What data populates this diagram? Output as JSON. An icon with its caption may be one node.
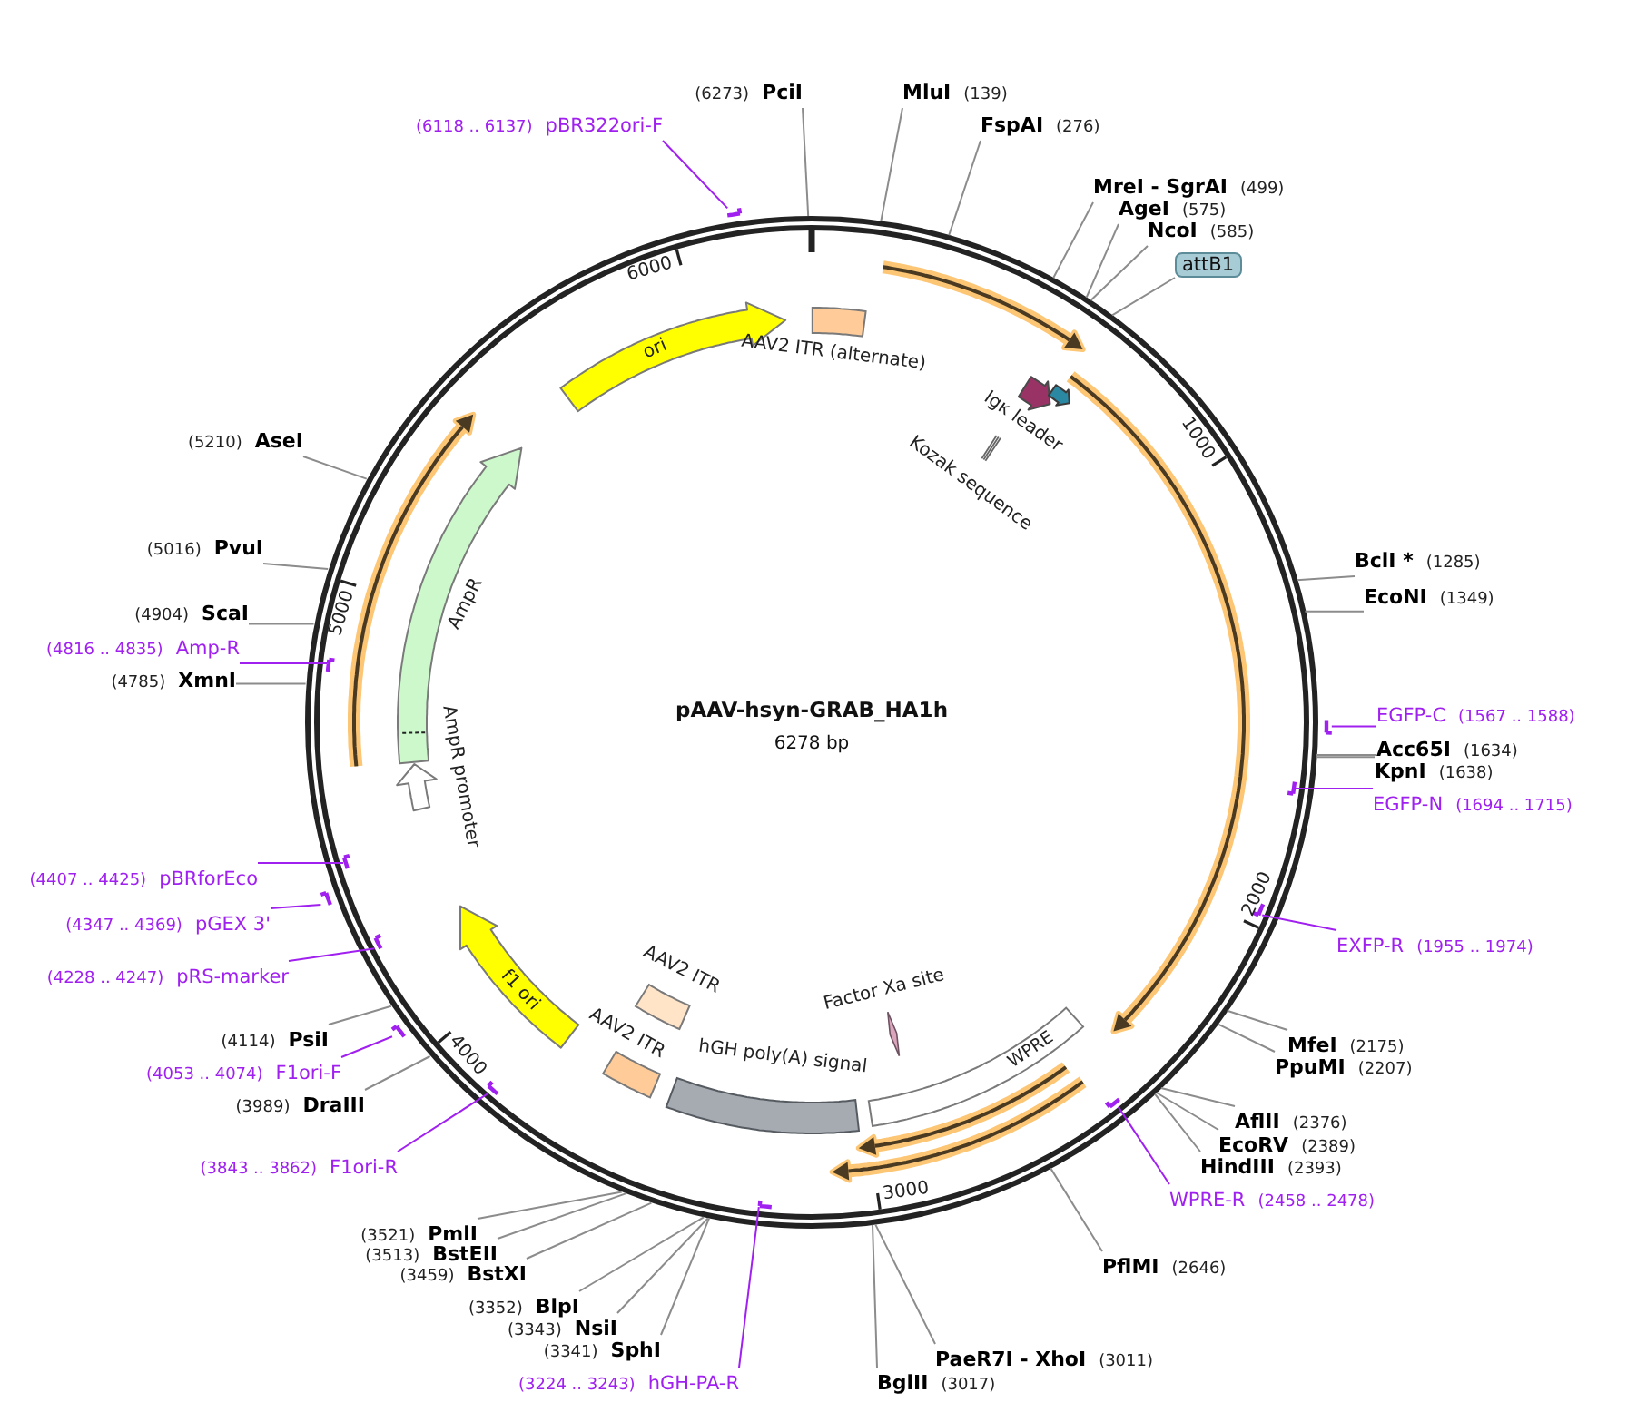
{
  "diagram": {
    "title": "pAAV-hsyn-GRAB_HA1h",
    "nodes": [
      {
        "text": [],
        "shape": "circle"
      },
      {
        "text": [],
        "shape": "box",
        "beside": [
          "AAV2 ITR (alternate)"
        ],
        "in": 0
      },
      {
        "text": [],
        "shape": "arrow",
        "in": 0
      },
      {
        "text": [],
        "shape": "arrow",
        "beside": [
          "Igκ leader"
        ],
        "in": 0
      },
      {
        "text": [],
        "shape": "arrow",
        "in": 0
      },
      {
        "text": [],
        "shape": "bar",
        "beside": [
          "Kozak sequence"
        ],
        "in": 0
      },
      {
        "text": [],
        "shape": "arrow",
        "in": 0
      },
      {
        "text": [
          "WPRE"
        ],
        "in": 0
      },
      {
        "text": [],
        "shape": "arrow",
        "in": 0
      },
      {
        "text": [],
        "shape": "arrow",
        "in": 0
      },
      {
        "text": [],
        "shape": "bar",
        "beside": [
          "Factor Xa site"
        ],
        "in": 0
      },
      {
        "text": [],
        "shape": "box",
        "beside": [
          "hGH poly(A) signal"
        ],
        "in": 0
      },
      {
        "text": [],
        "shape": "box",
        "beside": [
          "AAV2 ITR"
        ],
        "in": 0
      },
      {
        "text": [],
        "shape": "box",
        "beside": [
          "AAV2 ITR"
        ],
        "in": 0
      },
      {
        "text": [
          "f1 ori"
        ],
        "in": 0
      },
      {
        "text": [],
        "shape": "arrow",
        "beside": [
          "AmpR promoter"
        ],
        "in": 0
      },
      {
        "text": [],
        "shape": "arrow",
        "beside": [
          "AmpR"
        ],
        "in": 0
      },
      {
        "text": [],
        "shape": "arrow",
        "in": 0
      },
      {
        "text": [
          "ori"
        ],
        "in": 0
      },
      {
        "text": [
          "(6273)",
          "PciI"
        ]
      },
      {
        "text": [
          "MluI",
          "(139)"
        ]
      },
      {
        "text": [
          "FspAI",
          "(276)"
        ]
      },
      {
        "text": [
          "MreI - SgrAI",
          "(499)"
        ]
      },
      {
        "text": [
          "AgeI",
          "(575)"
        ]
      },
      {
        "text": [
          "NcoI",
          "(585)"
        ]
      },
      {
        "text": [
          "attB1"
        ]
      },
      {
        "text": [
          "BclI *",
          "(1285)"
        ]
      },
      {
        "text": [
          "EcoNI",
          "(1349)"
        ]
      },
      {
        "text": [
          "EGFP-C",
          "(1567 .. 1588)"
        ]
      },
      {
        "text": [],
        "shape": "bar"
      },
      {
        "text": [
          "Acc65I",
          "(1634)"
        ]
      },
      {
        "text": [
          "KpnI",
          "(1638)"
        ]
      },
      {
        "text": [
          "EGFP-N",
          "(1694 .. 1715)"
        ]
      },
      {
        "text": [],
        "shape": "bar",
        "in": 0
      },
      {
        "text": [
          "EXFP-R",
          "(1955 .. 1974)"
        ]
      },
      {
        "text": [],
        "shape": "bar",
        "in": 0
      },
      {
        "text": [
          "MfeI",
          "(2175)"
        ]
      },
      {
        "text": [
          "PpuMI",
          "(2207)"
        ]
      },
      {
        "text": [
          "AflII",
          "(2376)"
        ]
      },
      {
        "text": [
          "EcoRV",
          "(2389)"
        ]
      },
      {
        "text": [
          "HindIII",
          "(2393)"
        ]
      },
      {
        "text": [
          "WPRE-R",
          "(2458 .. 2478)"
        ]
      },
      {
        "text": [],
        "shape": "bar",
        "in": 0
      },
      {
        "text": [
          "PflMI",
          "(2646)"
        ]
      },
      {
        "text": [
          "PaeR7I - XhoI",
          "(3011)"
        ]
      },
      {
        "text": [
          "BglII",
          "(3017)"
        ]
      },
      {
        "text": [
          "(3224 .. 3243)",
          "hGH-PA-R"
        ]
      },
      {
        "text": [],
        "shape": "bar",
        "in": 0
      },
      {
        "text": [
          "(3341)",
          "SphI"
        ]
      },
      {
        "text": [
          "(3343)",
          "NsiI"
        ]
      },
      {
        "text": [
          "(3352)",
          "BlpI"
        ]
      },
      {
        "text": [
          "(3459)",
          "BstXI"
        ]
      },
      {
        "text": [
          "(3513)",
          "BstEII"
        ]
      },
      {
        "text": [
          "(3521)",
          "PmlI"
        ]
      },
      {
        "text": [
          "(3843 .. 3862)",
          "F1ori-R"
        ]
      },
      {
        "text": [],
        "shape": "bar",
        "in": 0
      },
      {
        "text": [
          "(3989)",
          "DraIII"
        ]
      },
      {
        "text": [
          "(4053 .. 4074)",
          "F1ori-F"
        ]
      },
      {
        "text": [],
        "shape": "bar"
      },
      {
        "text": [
          "(4114)",
          "PsiI"
        ]
      },
      {
        "text": [
          "(4228 .. 4247)",
          "pRS-marker"
        ]
      },
      {
        "text": [],
        "shape": "bar",
        "in": 0
      },
      {
        "text": [
          "(4347 .. 4369)",
          "pGEX 3'"
        ]
      },
      {
        "text": [],
        "shape": "bar"
      },
      {
        "text": [
          "(4407 .. 4425)",
          "pBRforEco"
        ]
      },
      {
        "text": [],
        "shape": "bar",
        "in": 0
      },
      {
        "text": [
          "(4785)",
          "XmnI"
        ]
      },
      {
        "text": [
          "(4816 .. 4835)",
          "Amp-R"
        ]
      },
      {
        "text": [],
        "shape": "bar",
        "in": 0
      },
      {
        "text": [
          "(4904)",
          "ScaI"
        ]
      },
      {
        "text": [
          "(5016)",
          "PvuI"
        ]
      },
      {
        "text": [
          "(5210)",
          "AseI"
        ]
      },
      {
        "text": [
          "(6118 .. 6137)",
          "pBR322ori-F"
        ]
      },
      {
        "text": [],
        "shape": "bar"
      }
    ],
    "edges": [
      {
        "from": 19,
        "to": 0,
        "arrow": "none"
      },
      {
        "from": 20,
        "to": 0,
        "arrow": "none"
      },
      {
        "from": 21,
        "to": 0,
        "arrow": "none"
      },
      {
        "from": 22,
        "to": 0,
        "arrow": "none"
      },
      {
        "from": 23,
        "to": 0,
        "arrow": "none"
      },
      {
        "from": 24,
        "to": 0,
        "arrow": "none"
      },
      {
        "from": 25,
        "to": 0,
        "arrow": "none"
      },
      {
        "from": 26,
        "to": 0,
        "arrow": "none"
      },
      {
        "from": 27,
        "to": 0,
        "arrow": "none"
      },
      {
        "from": 28,
        "to": 29,
        "arrow": "none",
        "color": "#a020f0"
      },
      {
        "from": 30,
        "to": 0,
        "arrow": "none"
      },
      {
        "from": 31,
        "to": 0,
        "arrow": "none"
      },
      {
        "from": 32,
        "to": 33,
        "arrow": "none",
        "color": "#a020f0"
      },
      {
        "from": 34,
        "to": 35,
        "arrow": "none",
        "color": "#a020f0"
      },
      {
        "from": 36,
        "to": 0,
        "arrow": "none"
      },
      {
        "from": 37,
        "to": 0,
        "arrow": "none"
      },
      {
        "from": 38,
        "to": 0,
        "arrow": "none"
      },
      {
        "from": 39,
        "to": 0,
        "arrow": "none"
      },
      {
        "from": 40,
        "to": 0,
        "arrow": "none"
      },
      {
        "from": 41,
        "to": 42,
        "arrow": "none",
        "color": "#a020f0"
      },
      {
        "from": 43,
        "to": 0,
        "arrow": "none"
      },
      {
        "from": 44,
        "to": 0,
        "arrow": "none"
      },
      {
        "from": 45,
        "to": 0,
        "arrow": "none"
      },
      {
        "from": 46,
        "to": 47,
        "arrow": "none",
        "color": "#a020f0"
      },
      {
        "from": 48,
        "to": 0,
        "arrow": "none"
      },
      {
        "from": 49,
        "to": 0,
        "arrow": "none"
      },
      {
        "from": 50,
        "to": 0,
        "arrow": "none"
      },
      {
        "from": 51,
        "to": 0,
        "arrow": "none"
      },
      {
        "from": 52,
        "to": 0,
        "arrow": "none"
      },
      {
        "from": 53,
        "to": 0,
        "arrow": "none"
      },
      {
        "from": 54,
        "to": 55,
        "arrow": "none",
        "color": "#a020f0"
      },
      {
        "from": 56,
        "to": 0,
        "arrow": "none"
      },
      {
        "from": 57,
        "to": 58,
        "arrow": "none",
        "color": "#a020f0"
      },
      {
        "from": 59,
        "to": 0,
        "arrow": "none"
      },
      {
        "from": 60,
        "to": 61,
        "arrow": "none",
        "color": "#a020f0"
      },
      {
        "from": 62,
        "to": 63,
        "arrow": "none",
        "color": "#a020f0"
      },
      {
        "from": 64,
        "to": 65,
        "arrow": "none",
        "color": "#a020f0"
      },
      {
        "from": 66,
        "to": 0,
        "arrow": "none"
      },
      {
        "from": 67,
        "to": 68,
        "arrow": "none",
        "color": "#a020f0"
      },
      {
        "from": 69,
        "to": 0,
        "arrow": "none"
      },
      {
        "from": 70,
        "to": 0,
        "arrow": "none"
      },
      {
        "from": 71,
        "to": 0,
        "arrow": "none"
      },
      {
        "from": 72,
        "to": 73,
        "arrow": "none",
        "color": "#a020f0"
      }
    ],
    "labels": [
      "6000",
      "1000",
      "5000",
      "6278 bp",
      "2000",
      "4000",
      "3000"
    ]
  }
}
